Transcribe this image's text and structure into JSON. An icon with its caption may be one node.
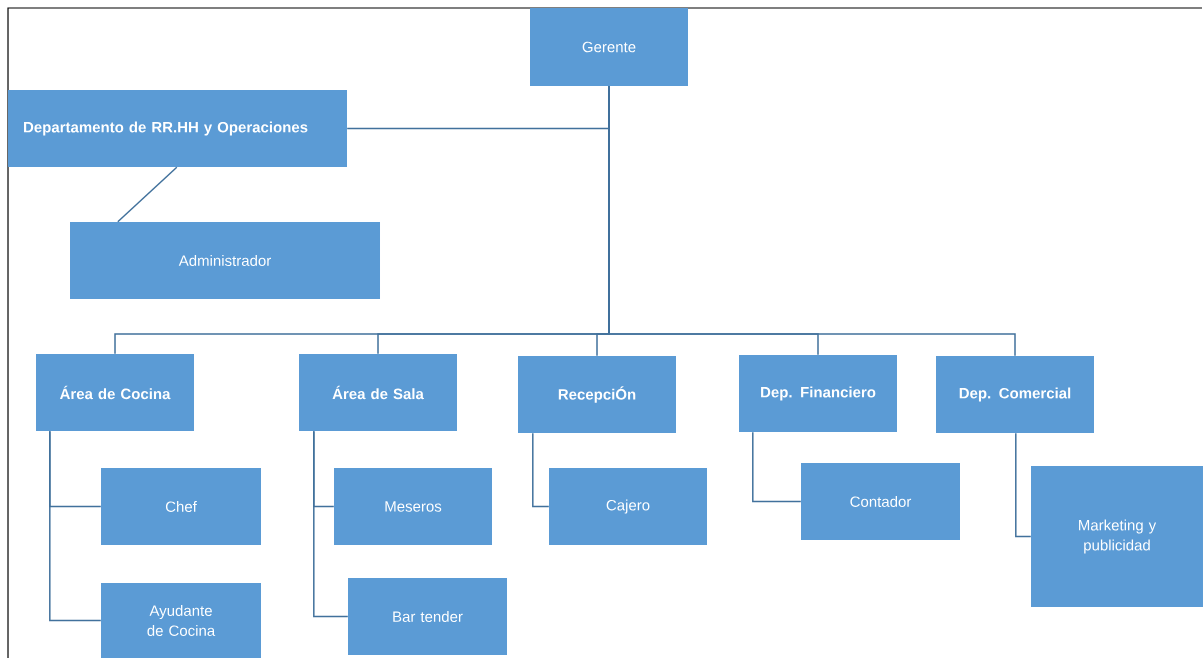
{
  "diagram": {
    "nodes": [
      {
        "text": [
          "Gerente"
        ]
      },
      {
        "text": [
          "Departamento de RR.HH y Operaciones"
        ]
      },
      {
        "text": [
          "Administrador"
        ]
      },
      {
        "text": [
          "Área de Cocina"
        ]
      },
      {
        "text": [
          "Área de Sala"
        ]
      },
      {
        "text": [
          "RecepciÓn"
        ]
      },
      {
        "text": [
          "Dep. Financiero"
        ]
      },
      {
        "text": [
          "Dep. Comercial"
        ]
      },
      {
        "text": [
          "Chef"
        ]
      },
      {
        "text": [
          "Ayudante de Cocina"
        ]
      },
      {
        "text": [
          "Meseros"
        ]
      },
      {
        "text": [
          "Bar tender"
        ]
      },
      {
        "text": [
          "Cajero"
        ]
      },
      {
        "text": [
          "Contador"
        ]
      },
      {
        "text": [
          "Marketing y publicidad"
        ]
      }
    ],
    "edges": [
      {
        "from": 0,
        "to": 1,
        "arrow": "none"
      },
      {
        "from": 1,
        "to": 2,
        "arrow": "none"
      },
      {
        "from": 0,
        "to": 3,
        "arrow": "none"
      },
      {
        "from": 0,
        "to": 4,
        "arrow": "none"
      },
      {
        "from": 0,
        "to": 5,
        "arrow": "none"
      },
      {
        "from": 0,
        "to": 6,
        "arrow": "none"
      },
      {
        "from": 0,
        "to": 7,
        "arrow": "none"
      },
      {
        "from": 3,
        "to": 8,
        "arrow": "none"
      },
      {
        "from": 3,
        "to": 9,
        "arrow": "none"
      },
      {
        "from": 4,
        "to": 10,
        "arrow": "none"
      },
      {
        "from": 4,
        "to": 11,
        "arrow": "none"
      },
      {
        "from": 5,
        "to": 12,
        "arrow": "none"
      },
      {
        "from": 6,
        "to": 13,
        "arrow": "none"
      },
      {
        "from": 7,
        "to": 14,
        "arrow": "none"
      }
    ]
  }
}
